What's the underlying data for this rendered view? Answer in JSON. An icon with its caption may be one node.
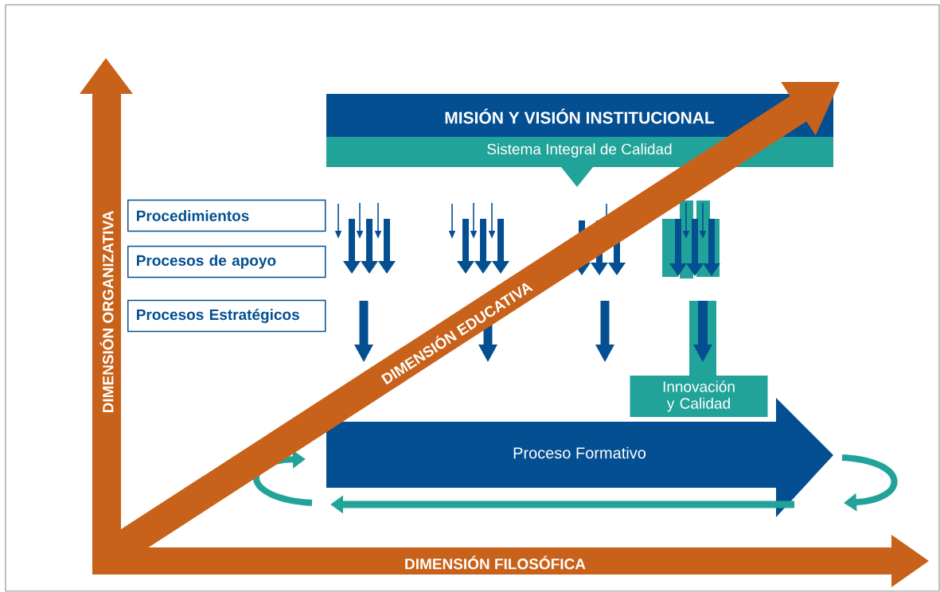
{
  "diagram": {
    "nodes": [
      {
        "text": [
          "MISIÓN Y VISIÓN INSTITUCIONAL"
        ]
      },
      {
        "text": [
          "Sistema Integral de Calidad"
        ]
      },
      {
        "text": [
          "Procedimientos"
        ]
      },
      {
        "text": [
          "Procesos de apoyo"
        ]
      },
      {
        "text": [
          "Procesos Estratégicos"
        ]
      },
      {
        "text": [
          "Innovación y Calidad"
        ]
      },
      {
        "text": [
          "Proceso Formativo"
        ]
      },
      {
        "text": [
          "DIMENSIÓN ORGANIZATIVA"
        ]
      },
      {
        "text": [
          "DIMENSIÓN EDUCATIVA"
        ]
      },
      {
        "text": [
          "DIMENSIÓN FILOSÓFICA"
        ]
      }
    ]
  }
}
